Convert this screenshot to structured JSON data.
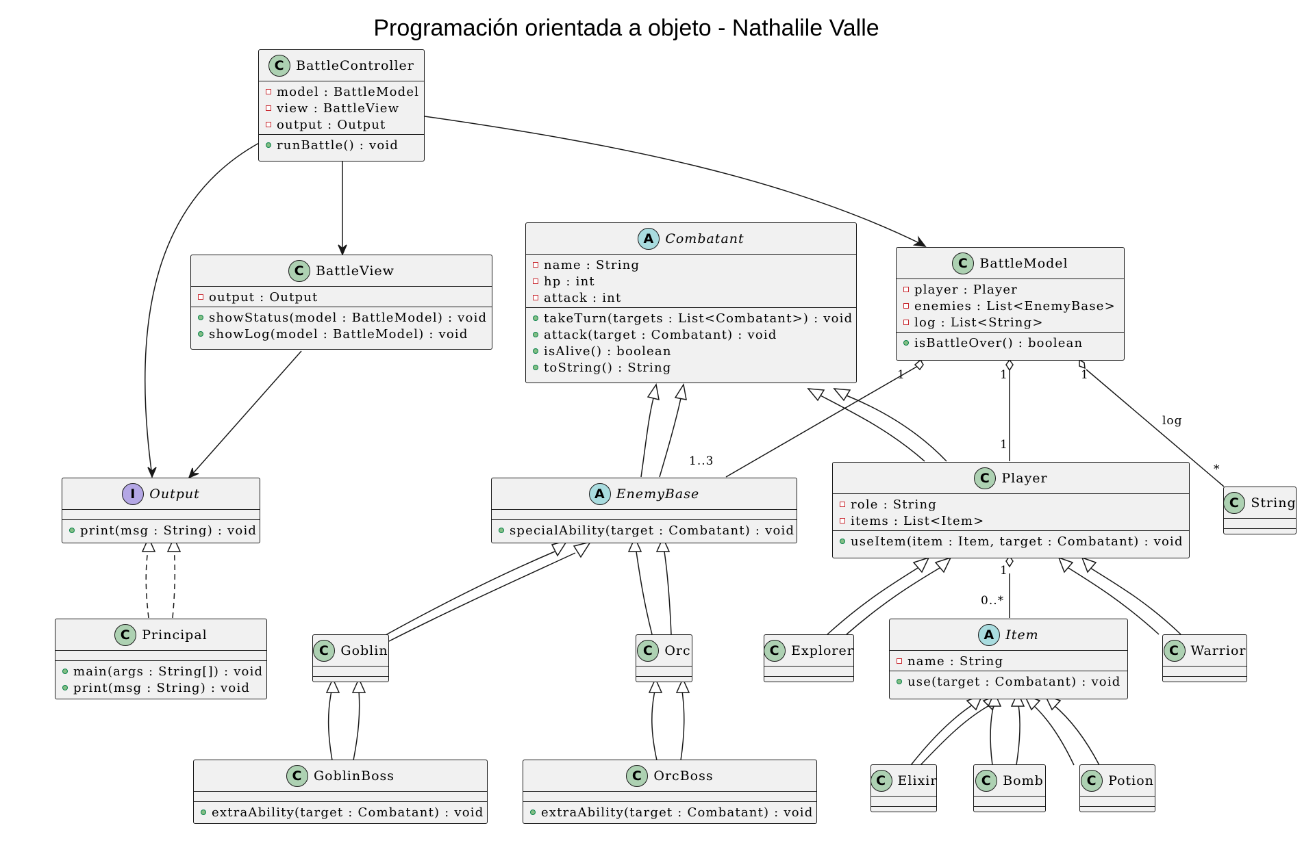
{
  "title": "Programación orientada a objeto - Nathalile Valle",
  "classes": {
    "battle_controller": {
      "icon": "C",
      "name": "BattleController",
      "fields": [
        "model : BattleModel",
        "view : BattleView",
        "output : Output"
      ],
      "methods": [
        "runBattle() : void"
      ]
    },
    "battle_view": {
      "icon": "C",
      "name": "BattleView",
      "fields": [
        "output : Output"
      ],
      "methods": [
        "showStatus(model : BattleModel) : void",
        "showLog(model : BattleModel) : void"
      ]
    },
    "combatant": {
      "icon": "A",
      "name": "Combatant",
      "fields": [
        "name : String",
        "hp : int",
        "attack : int"
      ],
      "methods": [
        "takeTurn(targets : List<Combatant>) : void",
        "attack(target : Combatant) : void",
        "isAlive() : boolean",
        "toString() : String"
      ]
    },
    "battle_model": {
      "icon": "C",
      "name": "BattleModel",
      "fields": [
        "player : Player",
        "enemies : List<EnemyBase>",
        "log : List<String>"
      ],
      "methods": [
        "isBattleOver() : boolean"
      ]
    },
    "output": {
      "icon": "I",
      "name": "Output",
      "fields": [],
      "methods": [
        "print(msg : String) : void"
      ]
    },
    "enemy_base": {
      "icon": "A",
      "name": "EnemyBase",
      "fields": [],
      "methods": [
        "specialAbility(target : Combatant) : void"
      ]
    },
    "player": {
      "icon": "C",
      "name": "Player",
      "fields": [
        "role : String",
        "items : List<Item>"
      ],
      "methods": [
        "useItem(item : Item, target : Combatant) : void"
      ]
    },
    "string": {
      "icon": "C",
      "name": "String",
      "fields": [],
      "methods": []
    },
    "principal": {
      "icon": "C",
      "name": "Principal",
      "fields": [],
      "methods": [
        "main(args : String[]) : void",
        "print(msg : String) : void"
      ]
    },
    "goblin": {
      "icon": "C",
      "name": "Goblin",
      "fields": [],
      "methods": []
    },
    "orc": {
      "icon": "C",
      "name": "Orc",
      "fields": [],
      "methods": []
    },
    "explorer": {
      "icon": "C",
      "name": "Explorer",
      "fields": [],
      "methods": []
    },
    "item": {
      "icon": "A",
      "name": "Item",
      "fields": [
        "name : String"
      ],
      "methods": [
        "use(target : Combatant) : void"
      ]
    },
    "warrior": {
      "icon": "C",
      "name": "Warrior",
      "fields": [],
      "methods": []
    },
    "goblin_boss": {
      "icon": "C",
      "name": "GoblinBoss",
      "fields": [],
      "methods": [
        "extraAbility(target : Combatant) : void"
      ]
    },
    "orc_boss": {
      "icon": "C",
      "name": "OrcBoss",
      "fields": [],
      "methods": [
        "extraAbility(target : Combatant) : void"
      ]
    },
    "elixir": {
      "icon": "C",
      "name": "Elixir",
      "fields": [],
      "methods": []
    },
    "bomb": {
      "icon": "C",
      "name": "Bomb",
      "fields": [],
      "methods": []
    },
    "potion": {
      "icon": "C",
      "name": "Potion",
      "fields": [],
      "methods": []
    }
  },
  "labels": {
    "enemies_src": "1",
    "enemies_dst": "1..3",
    "player_src": "1",
    "player_dst": "1",
    "log_src": "1",
    "log_name": "log",
    "log_dst": "*",
    "items_src": "1",
    "items_dst": "0..*"
  }
}
